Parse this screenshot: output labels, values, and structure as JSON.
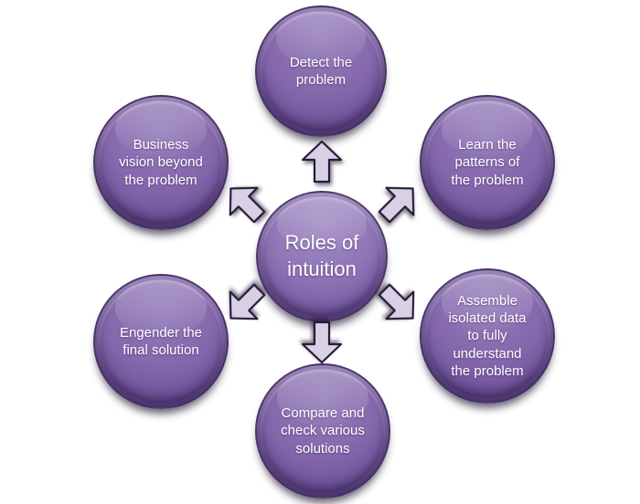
{
  "diagram": {
    "type": "cycle",
    "title": "Roles of intuition",
    "center": {
      "label": "Roles of intuition"
    },
    "nodes": [
      {
        "id": "top",
        "label": "Detect the problem"
      },
      {
        "id": "top-right",
        "label": "Learn the patterns of the problem"
      },
      {
        "id": "bottom-right",
        "label": "Assemble isolated data to fully understand the problem"
      },
      {
        "id": "bottom",
        "label": "Compare and check various solutions"
      },
      {
        "id": "bottom-left",
        "label": "Engender the final solution"
      },
      {
        "id": "top-left",
        "label": "Business vision beyond the problem"
      }
    ],
    "arrows": [
      {
        "icon": "arrow-up-icon",
        "direction": "up"
      },
      {
        "icon": "arrow-up-right-icon",
        "direction": "up-right"
      },
      {
        "icon": "arrow-down-right-icon",
        "direction": "down-right"
      },
      {
        "icon": "arrow-down-icon",
        "direction": "down"
      },
      {
        "icon": "arrow-down-left-icon",
        "direction": "down-left"
      },
      {
        "icon": "arrow-up-left-icon",
        "direction": "up-left"
      }
    ],
    "colors": {
      "circle_fill_top": "#937bb9",
      "circle_fill_bottom": "#5f478e",
      "center_fill_top": "#a28ac4",
      "center_fill_bottom": "#694f97",
      "arrow_fill": "#d8d0e5",
      "arrow_outline": "#261b38",
      "text": "#ffffff",
      "background": "#ffffff"
    }
  }
}
